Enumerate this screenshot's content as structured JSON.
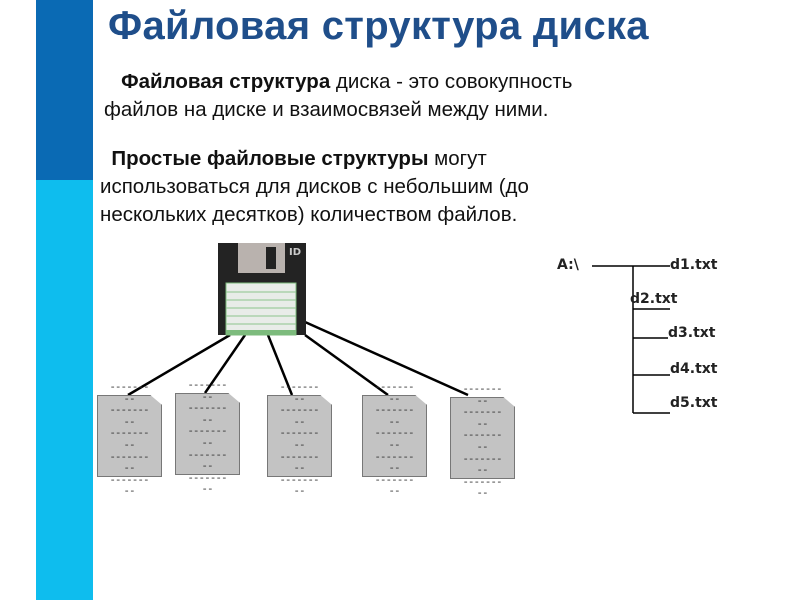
{
  "title": "Файловая структура диска",
  "paragraph1": {
    "bold": "Файловая структура",
    "rest_line1": " диска - это совокупность",
    "line2": "файлов на диске и взаимосвязей между ними."
  },
  "paragraph2": {
    "bold": "Простые файловые структуры",
    "rest_line1": " могут",
    "line2": "использоваться для дисков с небольшим (до",
    "line3": "нескольких десятков) количеством файлов."
  },
  "floppy_label": "ID",
  "doc_dashes": [
    "-------",
    "--",
    "-------",
    "--",
    "-------",
    "--",
    "-------",
    "--",
    "-------",
    "--"
  ],
  "tree": {
    "root": "A:\\",
    "files": [
      "d1.txt",
      "d2.txt",
      "d3.txt",
      "d4.txt",
      "d5.txt"
    ]
  },
  "colors": {
    "bar_dark": "#0A6AB4",
    "bar_light": "#0EBDEE",
    "title": "#1F4E8A"
  }
}
